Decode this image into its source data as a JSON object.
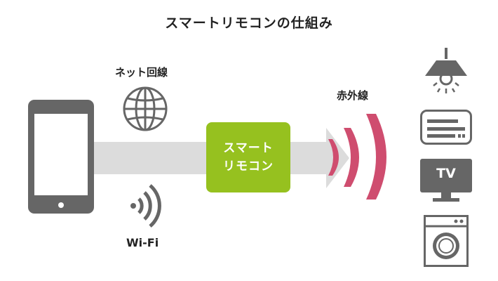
{
  "title": "スマートリモコンの仕組み",
  "labels": {
    "internet": "ネット回線",
    "wifi": "Wi-Fi",
    "infrared": "赤外線"
  },
  "hub": {
    "line1": "スマート",
    "line2": "リモコン"
  },
  "tv_label": "TV",
  "colors": {
    "hub_green": "#96c11f",
    "infrared_pink": "#cf4d6f",
    "icon_gray": "#666666",
    "arrow_gray": "#dcdcdc"
  },
  "icons": [
    "smartphone-icon",
    "globe-icon",
    "wifi-icon",
    "ceiling-light-icon",
    "air-conditioner-icon",
    "tv-icon",
    "washing-machine-icon"
  ]
}
